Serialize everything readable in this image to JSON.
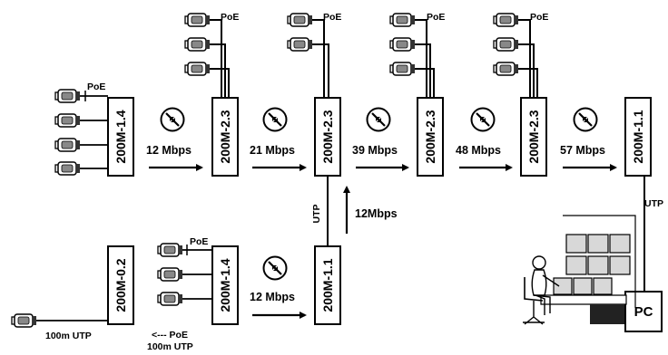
{
  "units": {
    "u1": "200M-1.4",
    "u2": "200M-2.3",
    "u3": "200M-2.3",
    "u4": "200M-2.3",
    "u5": "200M-2.3",
    "u6": "200M-1.1",
    "u7": "200M-0.2",
    "u8": "200M-1.4",
    "u9": "200M-1.1",
    "pc": "PC"
  },
  "rates": {
    "r1": "12 Mbps",
    "r2": "21 Mbps",
    "r3": "39 Mbps",
    "r4": "48 Mbps",
    "r5": "57 Mbps",
    "r6": "12 Mbps",
    "r7": "12Mbps"
  },
  "labels": {
    "poe": "PoE",
    "utp": "UTP",
    "utp_right": "UTP",
    "return_poe": "<--- PoE",
    "return_len": "100m UTP",
    "camera_link": "100m UTP"
  },
  "colors": {
    "ink": "#000000",
    "paper": "#ffffff",
    "screen": "#d8d8d8"
  }
}
